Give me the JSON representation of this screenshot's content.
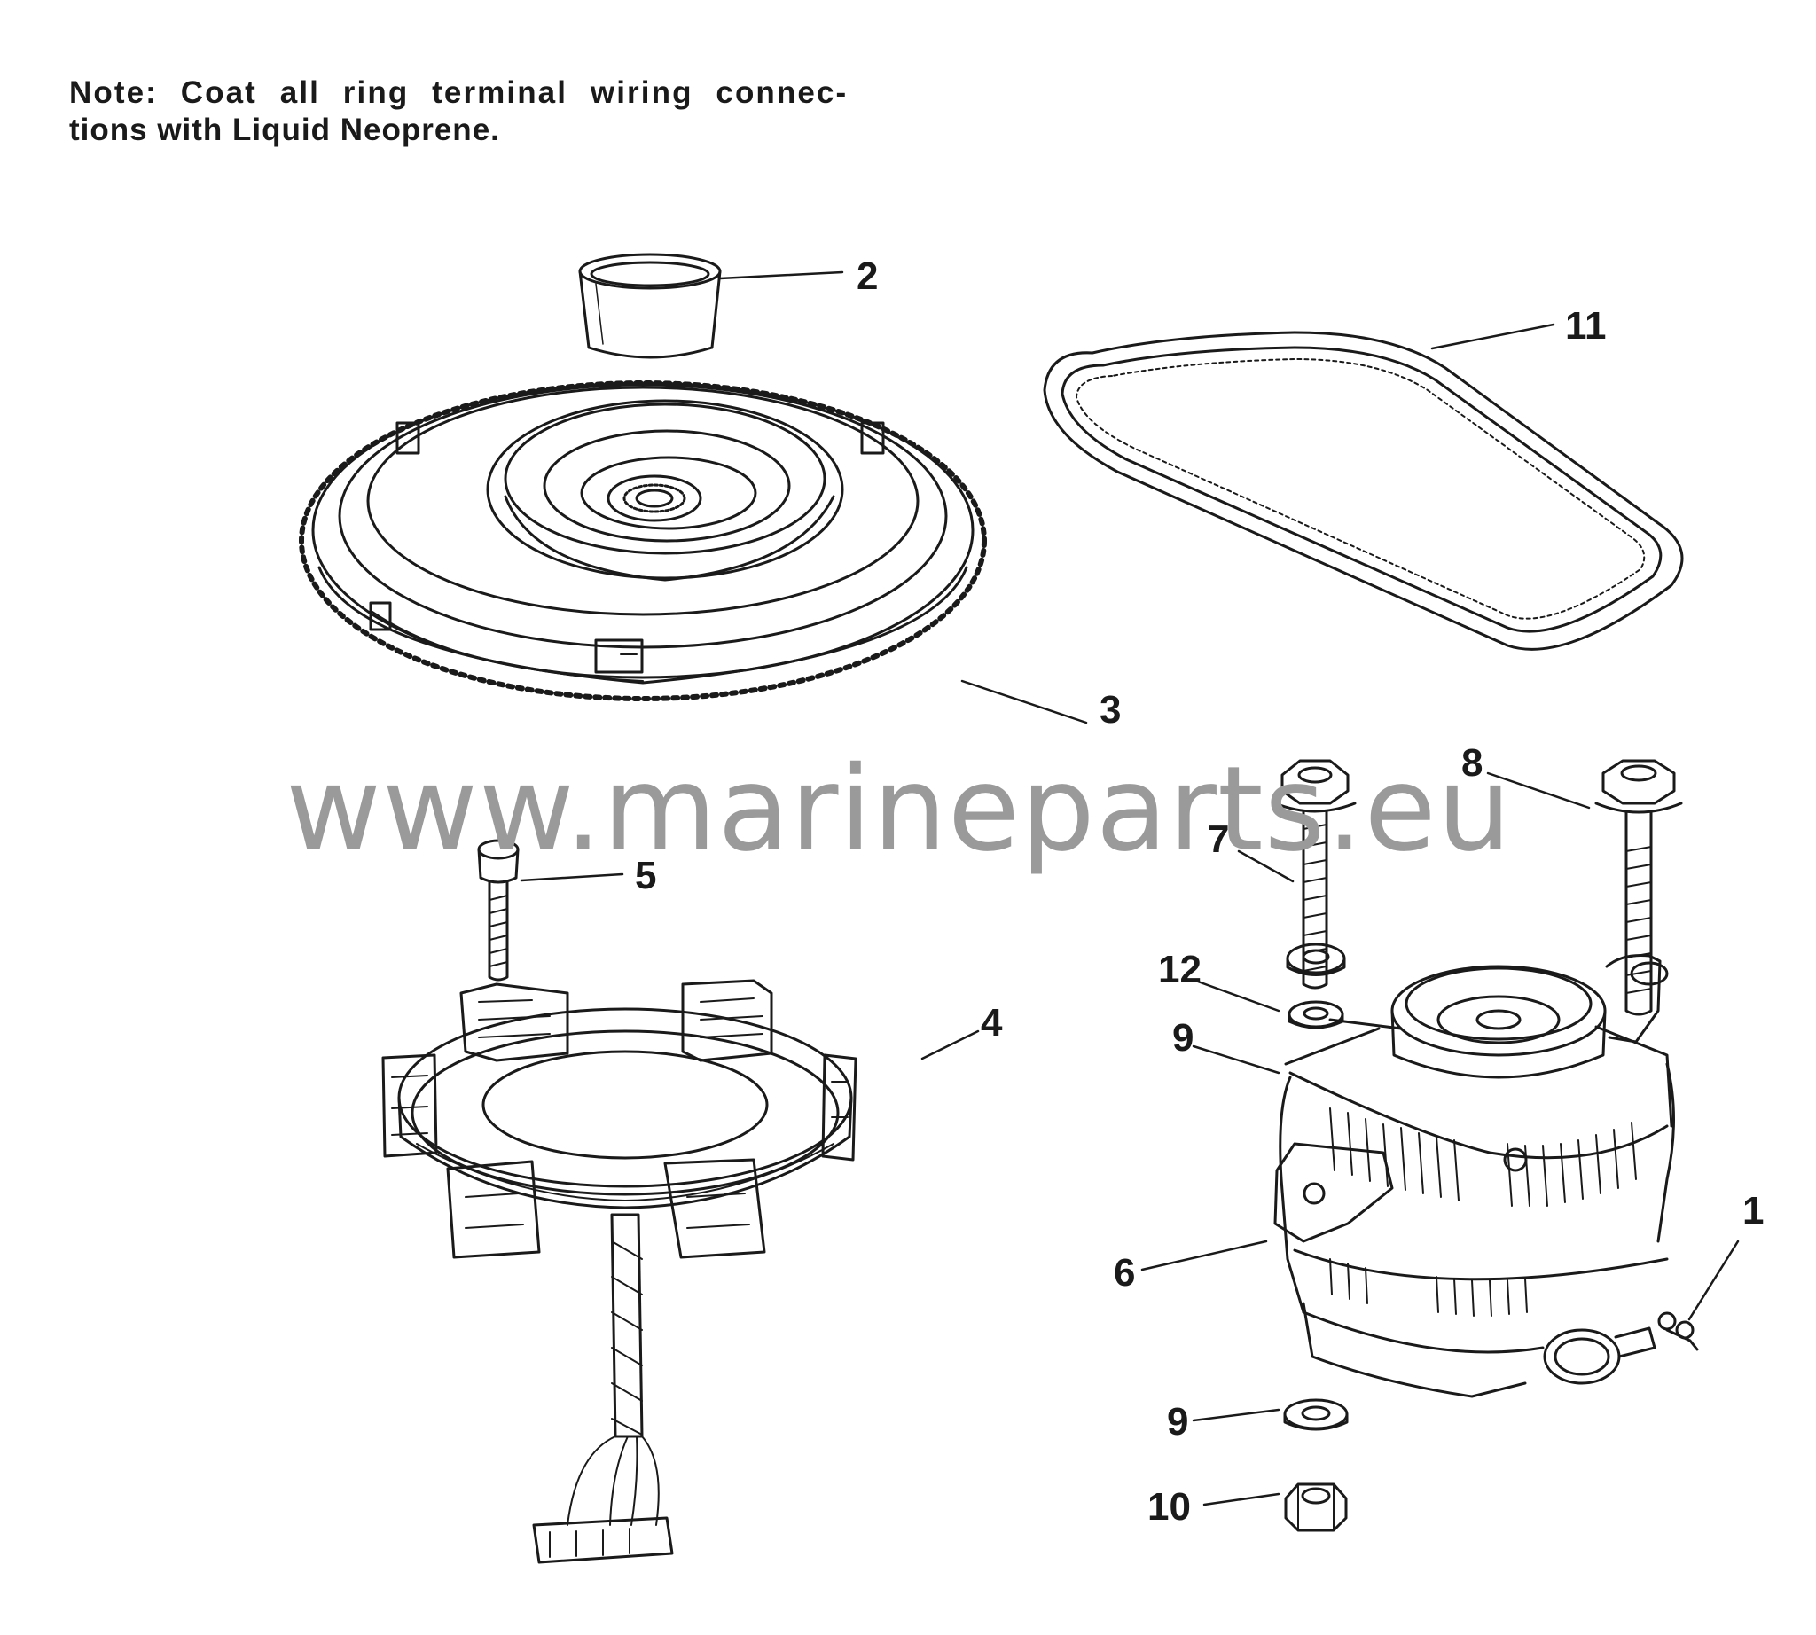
{
  "note": {
    "line1": "Note: Coat all ring terminal wiring connec-",
    "line2": "tions with Liquid Neoprene."
  },
  "watermark": "www.marineparts.eu",
  "callouts": {
    "c1": "1",
    "c2": "2",
    "c3": "3",
    "c4": "4",
    "c5": "5",
    "c6": "6",
    "c7": "7",
    "c8": "8",
    "c9a": "9",
    "c9b": "9",
    "c10": "10",
    "c11": "11",
    "c12": "12"
  },
  "colors": {
    "line": "#1a1a1a",
    "watermark": "#9a9a9a",
    "background": "#ffffff"
  }
}
